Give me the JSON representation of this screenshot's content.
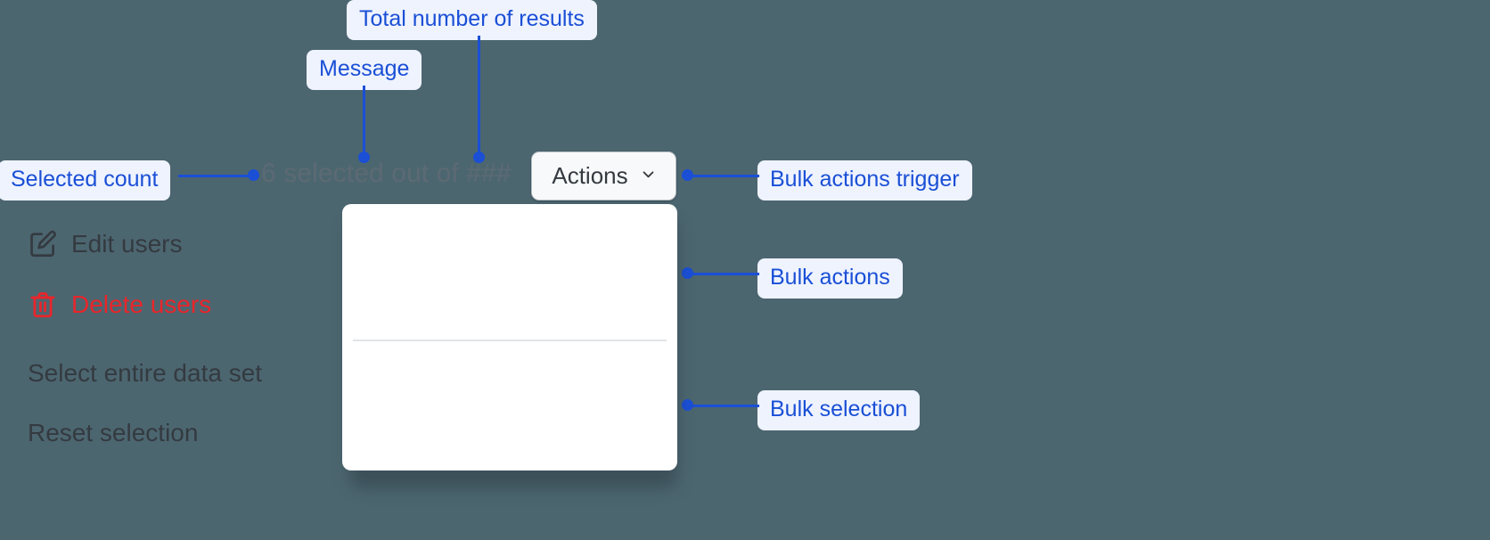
{
  "theme": {
    "background": "#4c6670",
    "annotation_text": "#1a4fd6",
    "annotation_background": "#eef3fe",
    "danger": "#e8262b",
    "menu_background": "#ffffff",
    "message_text": "#5c6a73"
  },
  "annotations": [
    {
      "id": "total-results",
      "label": "Total number of results"
    },
    {
      "id": "message",
      "label": "Message"
    },
    {
      "id": "selected-count",
      "label": "Selected count"
    },
    {
      "id": "bulk-actions-trigger",
      "label": "Bulk actions trigger"
    },
    {
      "id": "bulk-actions",
      "label": "Bulk actions"
    },
    {
      "id": "bulk-selection",
      "label": "Bulk selection"
    }
  ],
  "selection_bar": {
    "message": "6 selected out of ###",
    "selected_count": "6",
    "total_placeholder": "###",
    "actions_button": {
      "label": "Actions",
      "icon": "chevron-down-icon"
    }
  },
  "dropdown_menu": {
    "groups": [
      {
        "name": "bulk-actions",
        "items": [
          {
            "id": "edit-users",
            "label": "Edit users",
            "icon": "edit-pencil-icon",
            "danger": false
          },
          {
            "id": "delete-users",
            "label": "Delete users",
            "icon": "trash-icon",
            "danger": true
          }
        ]
      },
      {
        "name": "bulk-selection",
        "items": [
          {
            "id": "select-entire-data-set",
            "label": "Select entire data set",
            "icon": null,
            "danger": false
          },
          {
            "id": "reset-selection",
            "label": "Reset selection",
            "icon": null,
            "danger": false
          }
        ]
      }
    ]
  }
}
